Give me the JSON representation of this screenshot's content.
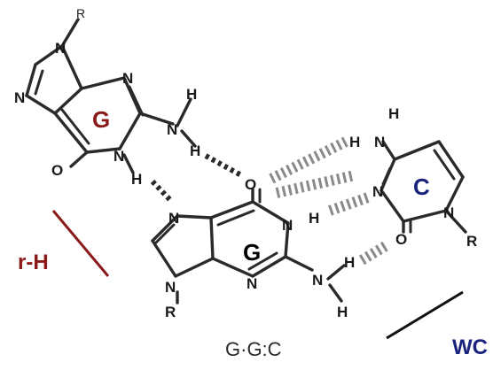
{
  "labels": {
    "base_g1": "G",
    "base_g2": "G",
    "base_c": "C",
    "triplet": "G·G:C",
    "edge_left": "r-H",
    "edge_right": "WC"
  },
  "atoms": {
    "N": "N",
    "H": "H",
    "O": "O",
    "R": "R"
  },
  "colors": {
    "g1": "#8b1a1a",
    "g2": "#000000",
    "c": "#1a237e",
    "edge_left": "#8b1a1a",
    "edge_right": "#1a237e",
    "bond": "#2a2a2a"
  }
}
